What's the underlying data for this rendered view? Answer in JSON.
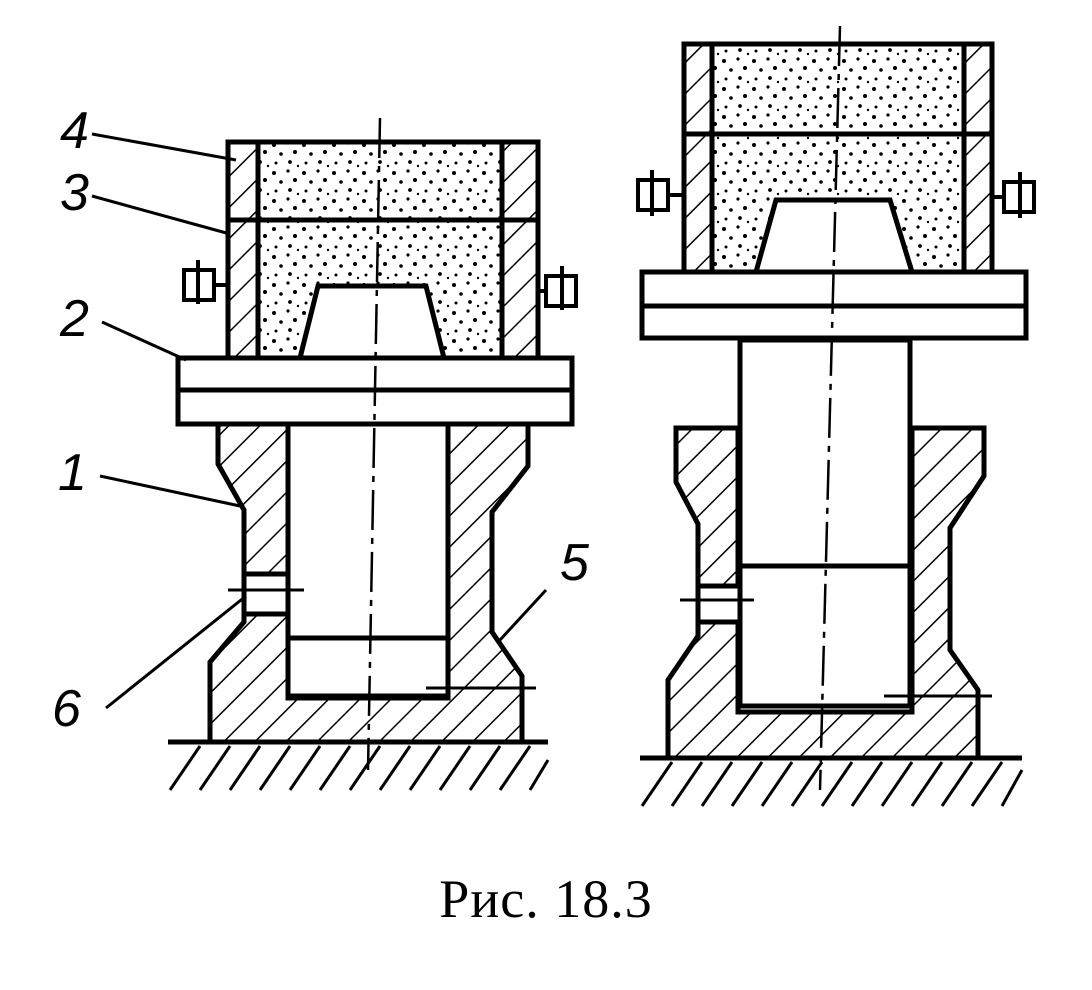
{
  "caption": "Рис.  18.3",
  "labels": {
    "l1": "1",
    "l2": "2",
    "l3": "3",
    "l4": "4",
    "l5": "5",
    "l6": "6"
  }
}
